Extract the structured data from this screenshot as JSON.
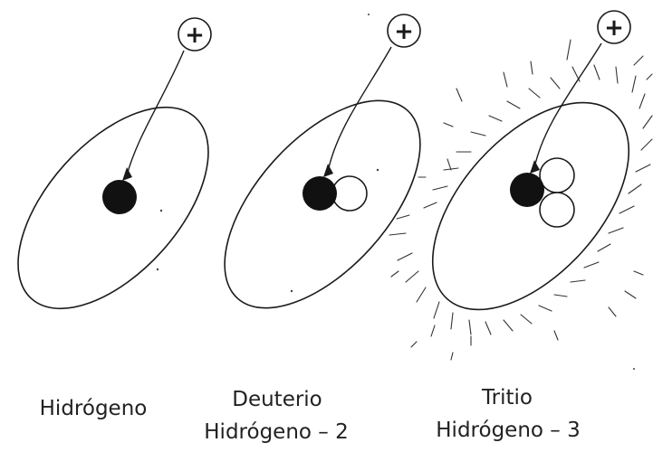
{
  "atoms": [
    {
      "name": "Hidrógeno",
      "subtitle": "",
      "nucleus": {
        "protons": 1,
        "neutrons": 0
      }
    },
    {
      "name": "Deuterio",
      "subtitle": "Hidrógeno – 2",
      "nucleus": {
        "protons": 1,
        "neutrons": 1
      }
    },
    {
      "name": "Tritio",
      "subtitle": "Hidrógeno – 3",
      "nucleus": {
        "protons": 1,
        "neutrons": 2
      }
    }
  ],
  "electron_symbol": "+",
  "colors": {
    "ink": "#1a1a1a",
    "paper": "#ffffff"
  }
}
